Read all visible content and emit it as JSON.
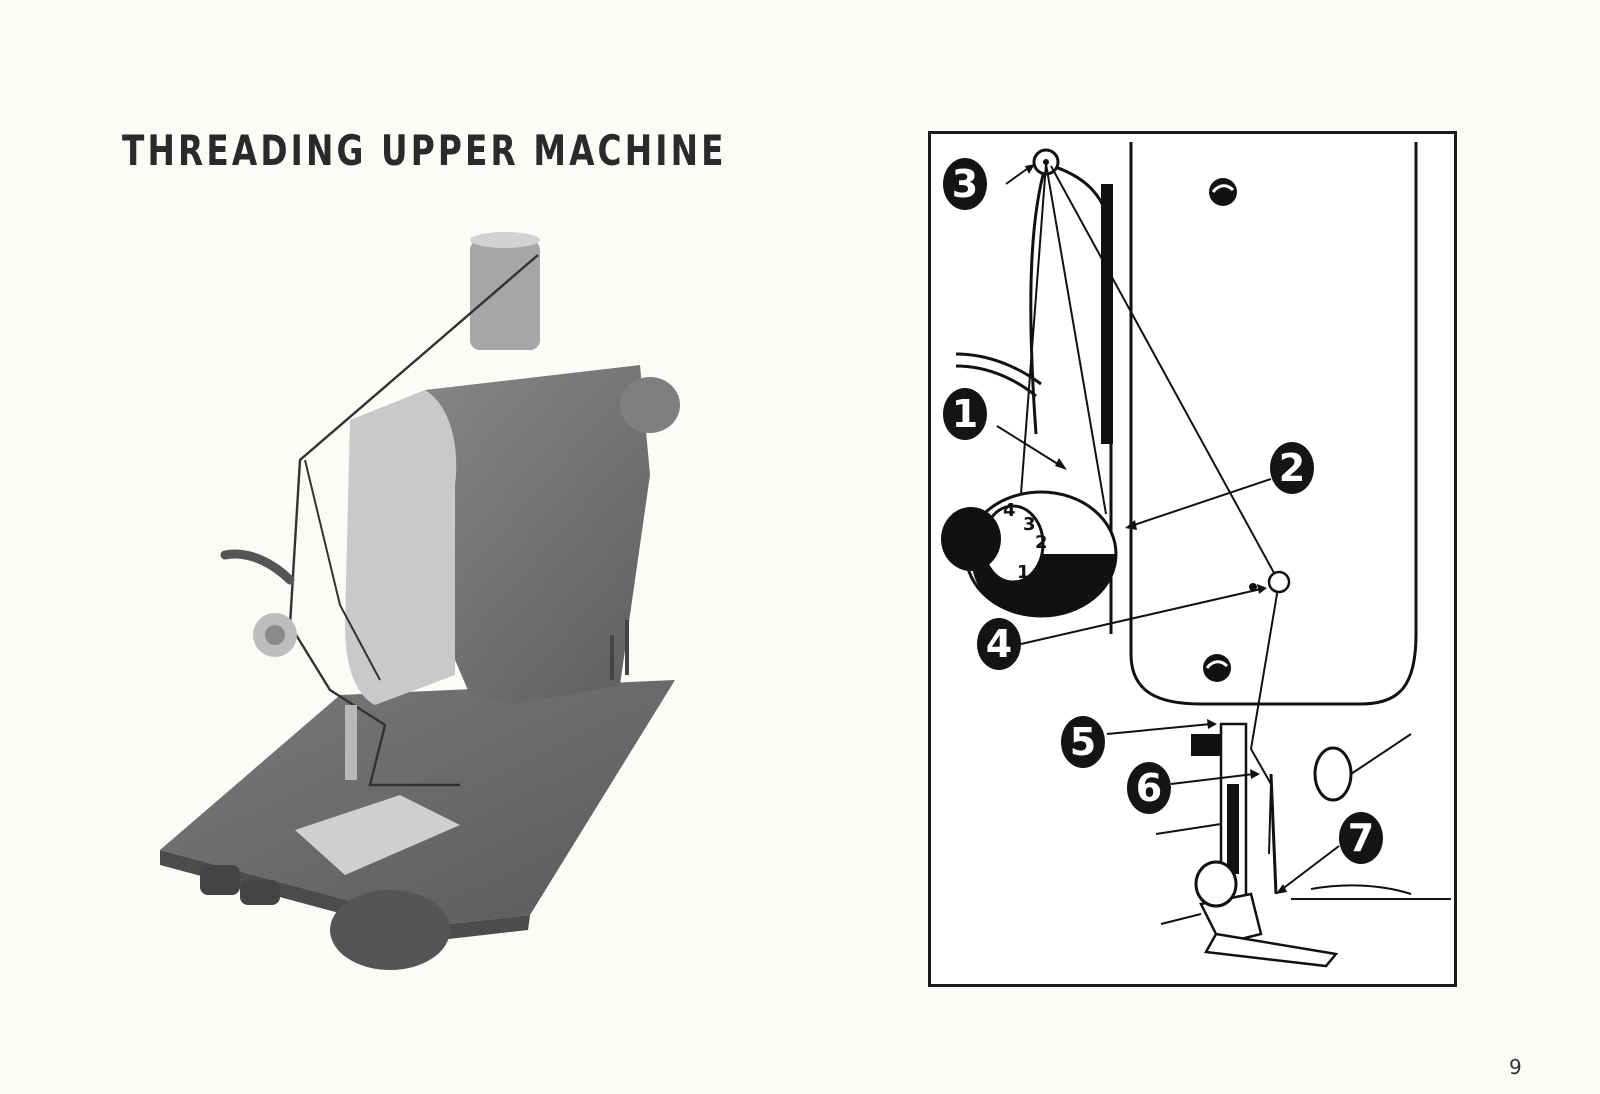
{
  "page": {
    "title": "THREADING UPPER MACHINE",
    "page_number": "9"
  },
  "figures": {
    "photo": {
      "name": "sewing-machine-photo"
    },
    "diagram": {
      "name": "threading-diagram",
      "callouts": [
        {
          "label": "3"
        },
        {
          "label": "1"
        },
        {
          "label": "2"
        },
        {
          "label": "4"
        },
        {
          "label": "5"
        },
        {
          "label": "6"
        },
        {
          "label": "7"
        }
      ],
      "dial_numbers": [
        "4",
        "3",
        "2",
        "1"
      ]
    }
  }
}
